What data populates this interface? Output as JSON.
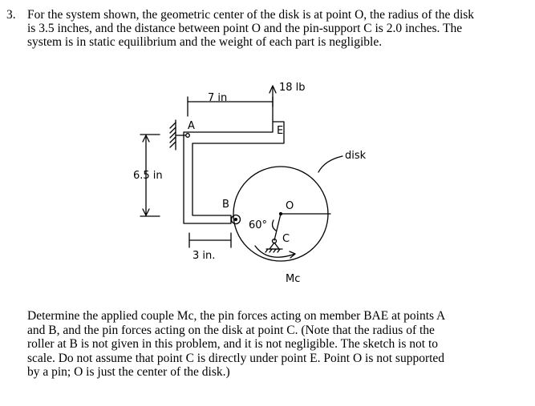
{
  "problem": {
    "number": "3.",
    "intro_lines": [
      "For the system shown, the geometric center of the disk is at point O, the radius of the disk",
      "is 3.5 inches, and the distance between point O and the pin-support C is 2.0 inches.  The",
      "system is in static equilibrium and the weight of each part is negligible."
    ],
    "closing_lines": [
      "Determine the applied couple Mc, the pin forces acting on member BAE at points A",
      "and B, and the pin forces acting on the disk at point C.  (Note that the radius of the",
      "roller at B is not given in this problem, and it is not negligible.  The sketch is not to",
      "scale.  Do not assume that point C is directly under point E.  Point O is not supported",
      "by a pin; O is just the center of the disk.)"
    ]
  },
  "figure": {
    "labels": {
      "force": "18 lb",
      "top_dim": "7 in",
      "left_dim": "6.5 in",
      "bottom_dim": "3 in.",
      "point_a": "A",
      "point_b": "B",
      "point_e": "E",
      "point_o": "O",
      "point_c": "C",
      "angle": "60°",
      "disk": "disk",
      "moment": "Mc"
    }
  }
}
